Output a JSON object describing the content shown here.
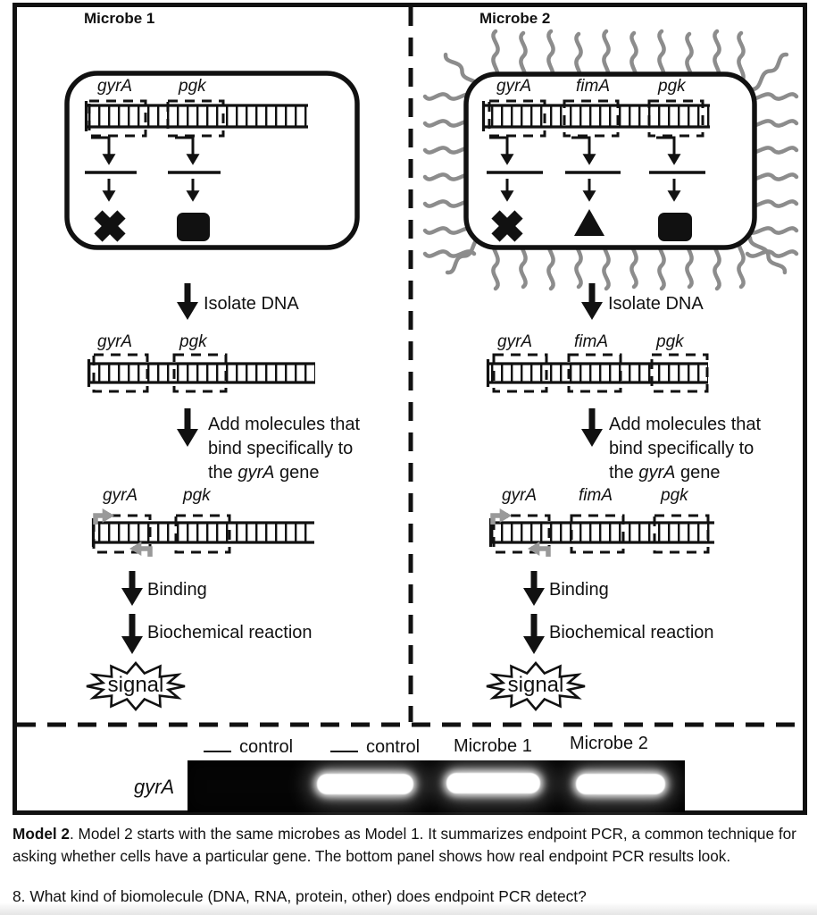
{
  "panel1": {
    "title": "Microbe 1",
    "genes": [
      "gyrA",
      "pgk"
    ]
  },
  "panel2": {
    "title": "Microbe 2",
    "genes": [
      "gyrA",
      "fimA",
      "pgk"
    ]
  },
  "steps": {
    "isolate": "Isolate DNA",
    "add_line1": "Add molecules that",
    "add_line2": "bind specifically to",
    "add_line3_pre": "the ",
    "add_line3_gene": "gyrA",
    "add_line3_post": " gene",
    "binding": "Binding",
    "reaction": "Biochemical reaction",
    "signal": "signal"
  },
  "gel": {
    "row_label": "gyrA",
    "lanes": [
      {
        "label": "control",
        "blank": true,
        "band": false
      },
      {
        "label": "control",
        "blank": true,
        "band": true
      },
      {
        "label": "Microbe 1",
        "blank": false,
        "band": true
      },
      {
        "label": "Microbe 2",
        "blank": false,
        "band": true
      }
    ]
  },
  "caption": {
    "bold": "Model 2",
    "rest": ". Model 2 starts with the same microbes as Model 1. It summarizes endpoint PCR, a common technique for asking whether cells have a particular gene. The bottom panel shows how real endpoint PCR results look."
  },
  "question": "8. What kind of biomolecule (DNA, RNA, protein, other) does endpoint PCR detect?",
  "colors": {
    "ink": "#111111",
    "flagella": "#8c8c8c",
    "primer": "#999999",
    "gel_bg": "#050505",
    "band": "#ffffff"
  }
}
